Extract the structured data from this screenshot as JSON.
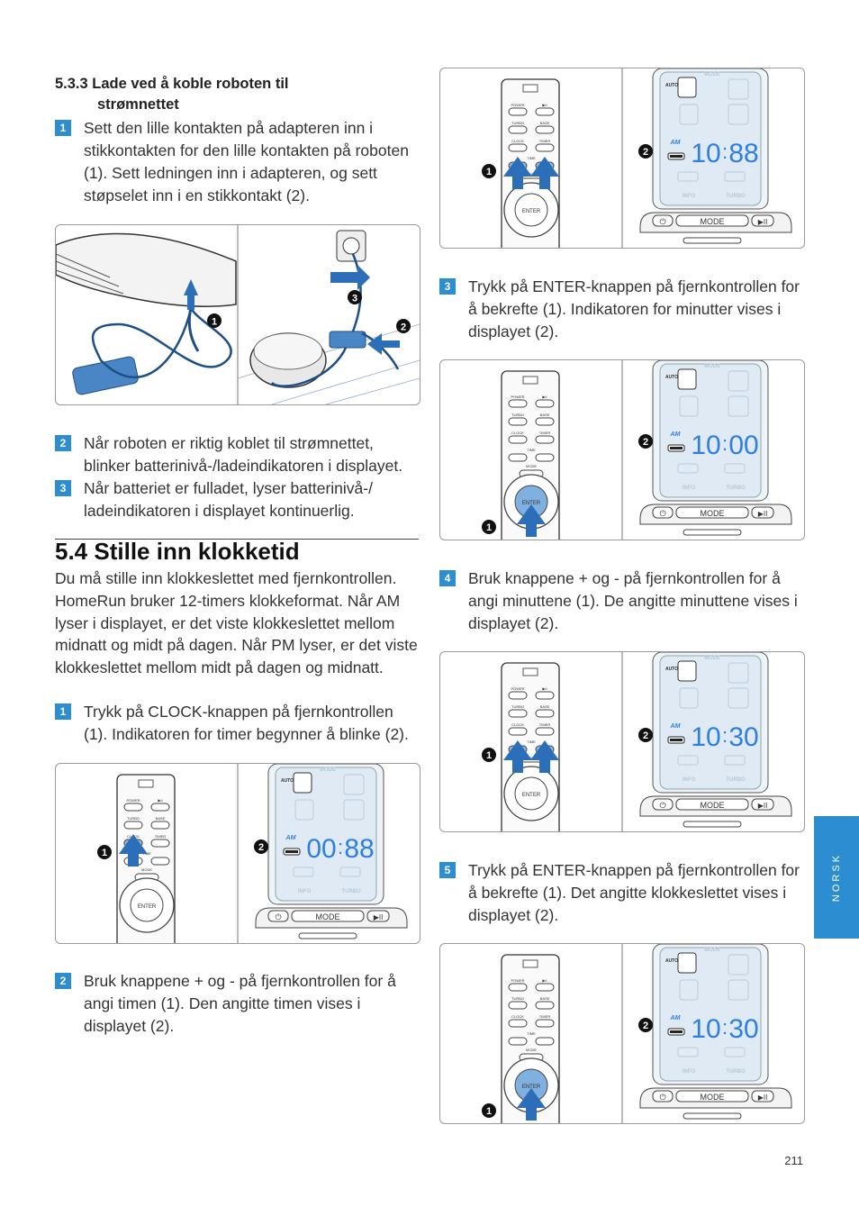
{
  "section_533": {
    "heading_line1": "5.3.3 Lade ved å koble roboten til",
    "heading_line2": "strømnettet",
    "steps": [
      {
        "num": "1",
        "text": "Sett den lille kontakten på adapteren inn i stikkontakten for den lille kontakten på roboten (1). Sett ledningen inn i adapteren, og sett støpselet inn i en stikkontakt (2)."
      },
      {
        "num": "2",
        "text": "Når roboten er riktig koblet til strømnettet, blinker batterinivå-/ladeindikatoren i displayet."
      },
      {
        "num": "3",
        "text": "Når batteriet er fulladet, lyser batterinivå-/ ladeindikatoren i displayet kontinuerlig."
      }
    ]
  },
  "section_54": {
    "heading": "5.4 Stille inn klokketid",
    "intro": "Du må stille inn klokkeslettet med fjernkontrollen. HomeRun bruker 12-timers klokkeformat. Når AM lyser i displayet, er det viste klokkeslettet mellom midnatt og midt på dagen. Når PM lyser, er det viste klokkeslettet mellom midt på dagen og midnatt.",
    "steps": [
      {
        "num": "1",
        "text": "Trykk på CLOCK-knappen på fjernkontrollen (1). Indikatoren for timer begynner å blinke (2)."
      },
      {
        "num": "2",
        "text": "Bruk knappene + og - på fjernkontrollen for å angi timen (1). Den angitte timen vises i displayet (2)."
      },
      {
        "num": "3",
        "text": "Trykk på ENTER-knappen på fjernkontrollen for å bekrefte (1). Indikatoren for minutter vises i displayet (2)."
      },
      {
        "num": "4",
        "text": "Bruk knappene + og - på fjernkontrollen for å angi minuttene (1). De angitte minuttene vises i displayet (2)."
      },
      {
        "num": "5",
        "text": "Trykk på ENTER-knappen på fjernkontrollen for å bekrefte (1). Det angitte klokkeslettet vises i displayet (2)."
      }
    ]
  },
  "figure_labels": {
    "callout_1": "1",
    "callout_2": "2",
    "callout_3": "3",
    "remote_power": "POWER",
    "remote_turbo": "TURBO",
    "remote_base": "BASE",
    "remote_clock": "CLOCK",
    "remote_timer": "TIMER",
    "remote_time": "TIME",
    "remote_mode": "MODE",
    "remote_enter": "ENTER",
    "remote_play": "▶II",
    "display_mode": "MODE",
    "display_auto": "AUTO",
    "display_am": "AM",
    "display_info": "INFO",
    "display_turbo": "TURBO",
    "panel_mode": "MODE",
    "panel_play": "▶II",
    "panel_power": "⏻"
  },
  "displays": [
    {
      "hours": "10",
      "minutes": "88"
    },
    {
      "hours": "10",
      "minutes": "00"
    },
    {
      "hours": "10",
      "minutes": "30"
    },
    {
      "hours": "10",
      "minutes": "30"
    },
    {
      "hours": "00",
      "minutes": "88"
    }
  ],
  "side_tab": "NORSK",
  "page_number": "211",
  "colors": {
    "accent": "#2c8ed0",
    "display_digit": "#2f7fe0"
  }
}
